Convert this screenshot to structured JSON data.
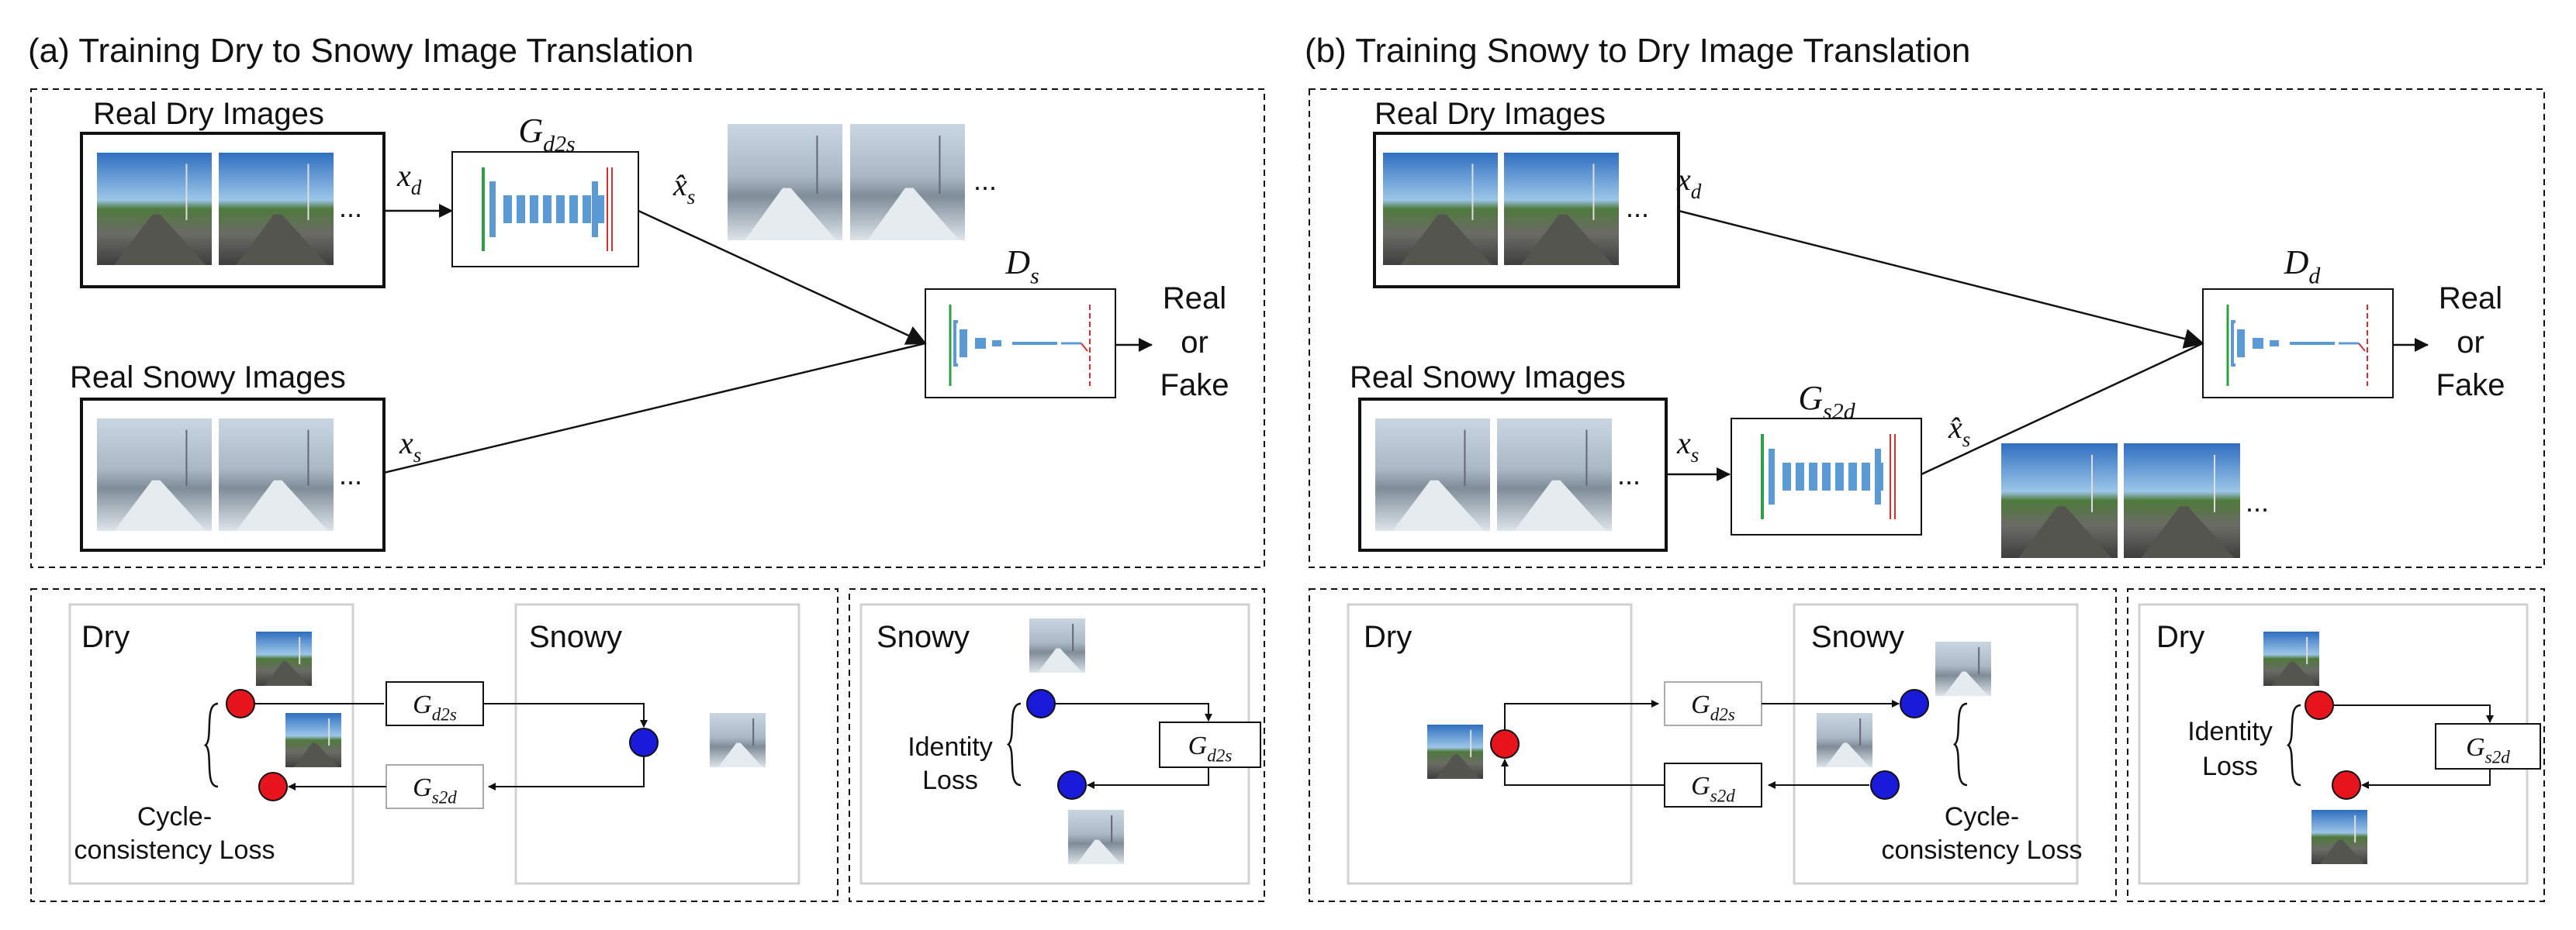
{
  "panel_a": {
    "title": "(a) Training Dry to Snowy Image Translation",
    "real_dry_label": "Real Dry Images",
    "real_snowy_label": "Real Snowy Images",
    "generator": {
      "base": "G",
      "sub": "d2s"
    },
    "discriminator": {
      "base": "D",
      "sub": "s"
    },
    "xd": {
      "base": "x",
      "sub": "d"
    },
    "xs": {
      "base": "x",
      "sub": "s"
    },
    "xs_hat": {
      "base": "x̂",
      "sub": "s"
    },
    "output": [
      "Real",
      "or",
      "Fake"
    ],
    "ellipsis": "...",
    "cycle_box": {
      "left_label": "Dry",
      "right_label": "Snowy",
      "gen_forward": {
        "base": "G",
        "sub": "d2s"
      },
      "gen_backward": {
        "base": "G",
        "sub": "s2d"
      },
      "loss_label": [
        "Cycle-",
        "consistency Loss"
      ]
    },
    "identity_box": {
      "label": "Snowy",
      "gen": {
        "base": "G",
        "sub": "d2s"
      },
      "loss_label": [
        "Identity",
        "Loss"
      ]
    }
  },
  "panel_b": {
    "title": "(b) Training Snowy to Dry Image Translation",
    "real_dry_label": "Real Dry Images",
    "real_snowy_label": "Real Snowy Images",
    "generator": {
      "base": "G",
      "sub": "s2d"
    },
    "discriminator": {
      "base": "D",
      "sub": "d"
    },
    "xd": {
      "base": "x",
      "sub": "d"
    },
    "xs": {
      "base": "x",
      "sub": "s"
    },
    "xs_hat": {
      "base": "x̂",
      "sub": "s"
    },
    "output": [
      "Real",
      "or",
      "Fake"
    ],
    "ellipsis": "...",
    "cycle_box": {
      "left_label": "Dry",
      "right_label": "Snowy",
      "gen_forward": {
        "base": "G",
        "sub": "d2s"
      },
      "gen_backward": {
        "base": "G",
        "sub": "s2d"
      },
      "loss_label": [
        "Cycle-",
        "consistency Loss"
      ]
    },
    "identity_box": {
      "label": "Dry",
      "gen": {
        "base": "G",
        "sub": "s2d"
      },
      "loss_label": [
        "Identity",
        "Loss"
      ]
    }
  },
  "colors": {
    "real_node": "#e8141b",
    "fake_node": "#1a1adb",
    "network_blue": "#5b9bd5",
    "network_green": "#2ea043",
    "network_red": "#d32f2f",
    "faded_text": "#aaaaaa",
    "box_border_light": "#d0d0d0"
  },
  "icons": [
    "dry-road-photo",
    "snowy-road-photo",
    "generator-network-icon",
    "discriminator-network-icon"
  ]
}
